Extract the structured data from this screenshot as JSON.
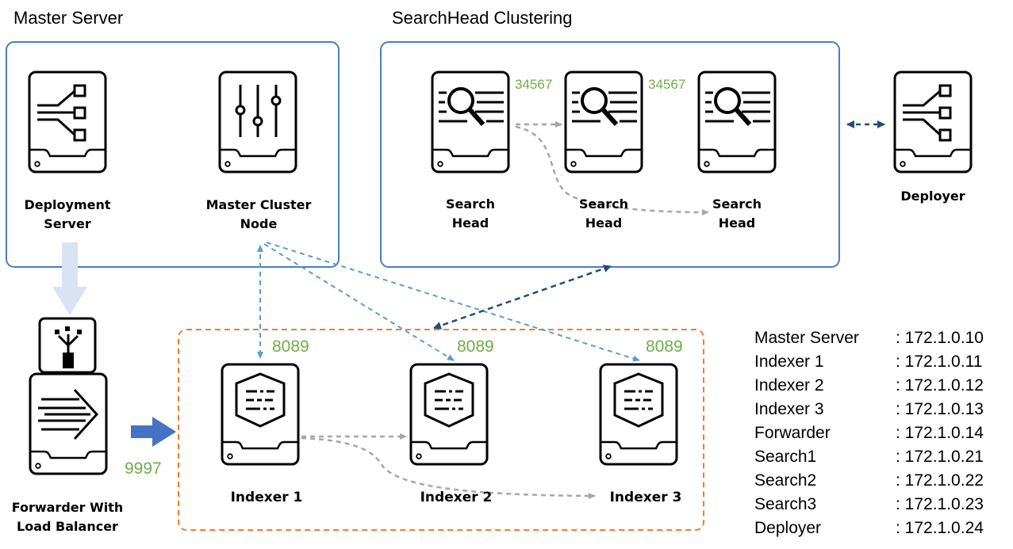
{
  "groups": {
    "master": {
      "title": "Master Server"
    },
    "shc": {
      "title": "SearchHead Clustering"
    }
  },
  "nodes": {
    "deployment_server": {
      "line1": "Deployment",
      "line2": "Server",
      "icon": "deployment-server-icon"
    },
    "master_cluster": {
      "line1": "Master Cluster",
      "line2": "Node",
      "icon": "master-cluster-node-icon"
    },
    "search_heads": [
      {
        "line1": "Search",
        "line2": "Head",
        "icon": "search-head-icon"
      },
      {
        "line1": "Search",
        "line2": "Head",
        "icon": "search-head-icon"
      },
      {
        "line1": "Search",
        "line2": "Head",
        "icon": "search-head-icon"
      }
    ],
    "deployer": {
      "label": "Deployer",
      "icon": "deployer-icon"
    },
    "forwarder": {
      "line1": "Forwarder With",
      "line2": "Load Balancer",
      "icon": "forwarder-icon"
    },
    "indexers": [
      {
        "label": "Indexer 1",
        "icon": "indexer-icon"
      },
      {
        "label": "Indexer 2",
        "icon": "indexer-icon"
      },
      {
        "label": "Indexer 3",
        "icon": "indexer-icon"
      }
    ]
  },
  "ports": {
    "shc_1": "34567",
    "shc_2": "34567",
    "idx_1": "8089",
    "idx_2": "8089",
    "idx_3": "8089",
    "forward": "9997"
  },
  "ip_table": [
    {
      "name": "Master Server",
      "ip": ": 172.1.0.10"
    },
    {
      "name": "Indexer 1",
      "ip": ": 172.1.0.11"
    },
    {
      "name": "Indexer 2",
      "ip": ": 172.1.0.12"
    },
    {
      "name": "Indexer 3",
      "ip": ": 172.1.0.13"
    },
    {
      "name": "Forwarder",
      "ip": ": 172.1.0.14"
    },
    {
      "name": "Search1",
      "ip": ": 172.1.0.21"
    },
    {
      "name": "Search2",
      "ip": ": 172.1.0.22"
    },
    {
      "name": "Search3",
      "ip": ": 172.1.0.23"
    },
    {
      "name": "Deployer",
      "ip": ": 172.1.0.24"
    }
  ],
  "colors": {
    "master_box": "#4a7ebb",
    "indexer_box": "#ed7d31",
    "port_text": "#70ad47",
    "light_arrow": "#dae3f3",
    "solid_arrow": "#4472c4",
    "cluster_link": "#5b9bd5",
    "shc_link": "#1f4e79",
    "replication_link": "#a6a6a6"
  }
}
